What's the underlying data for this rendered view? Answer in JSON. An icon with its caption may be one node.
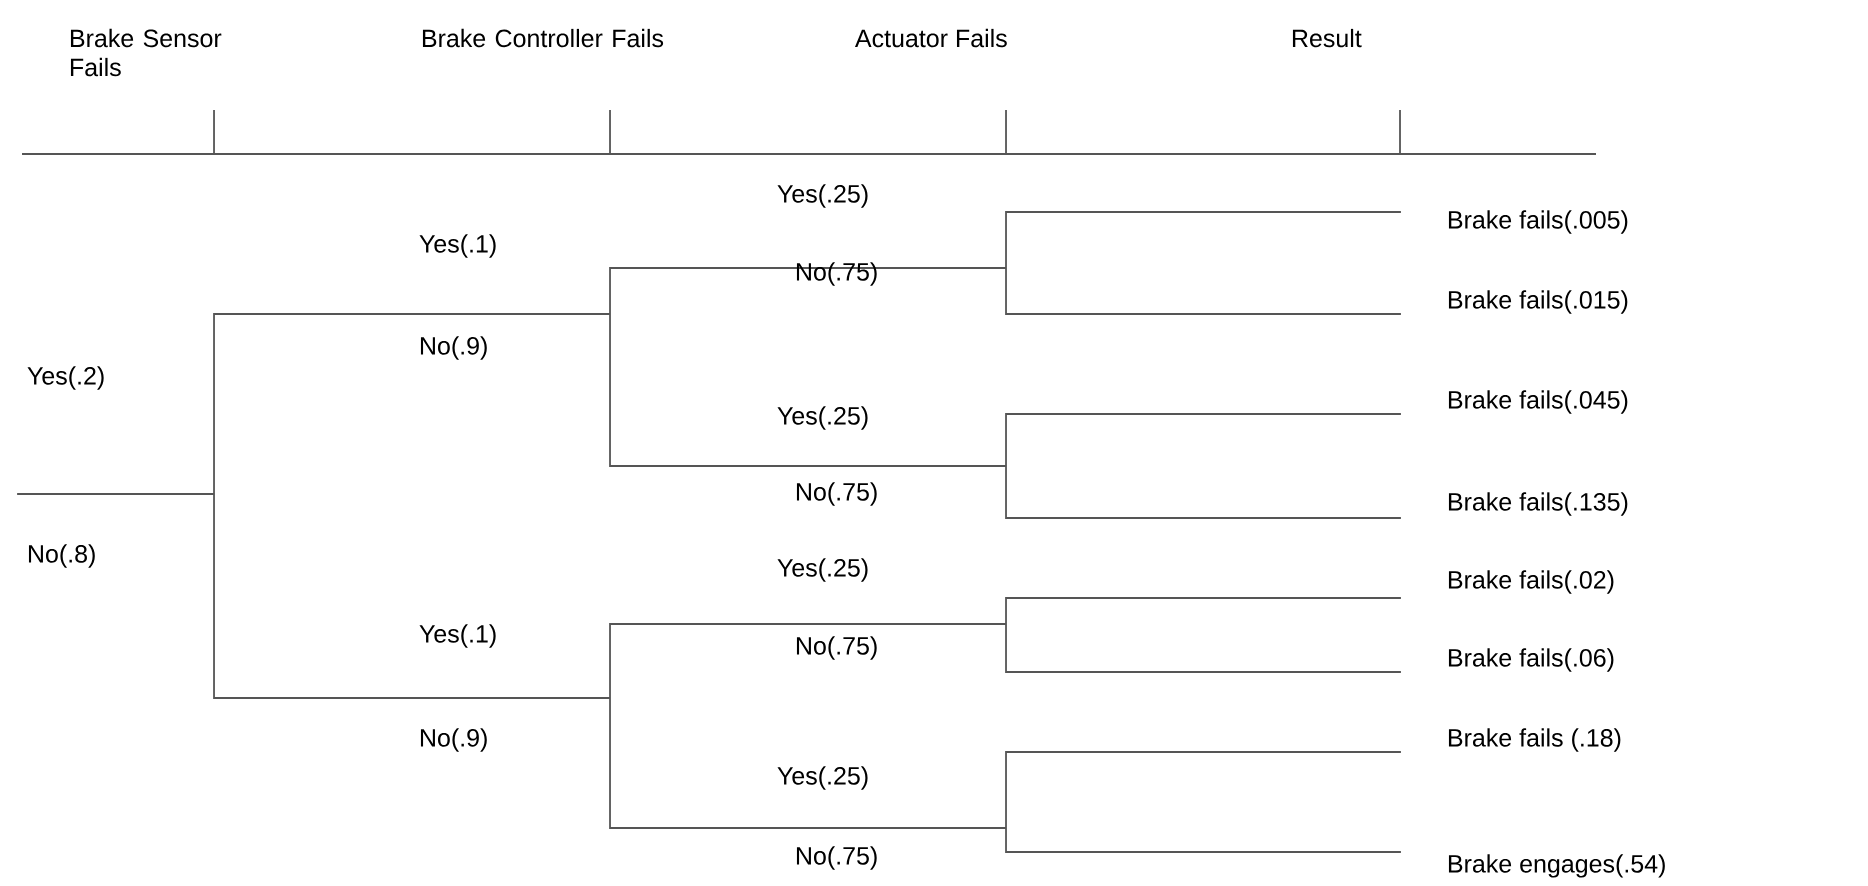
{
  "diagram": {
    "labels": [
      "Brake Sensor Fails",
      "Brake Controller Fails",
      "Actuator Fails",
      "Result",
      "Yes(.2)",
      "No(.8)",
      "Yes(.1)",
      "No(.9)",
      "Yes(.1)",
      "No(.9)",
      "Yes(.25)",
      "No(.75)",
      "Yes(.25)",
      "No(.75)",
      "Yes(.25)",
      "No(.75)",
      "Yes(.25)",
      "No(.75)",
      "Brake fails(.005)",
      "Brake fails(.015)",
      "Brake fails(.045)",
      "Brake fails(.135)",
      "Brake fails(.02)",
      "Brake fails(.06)",
      "Brake fails (.18)",
      "Brake engages(.54)"
    ]
  }
}
